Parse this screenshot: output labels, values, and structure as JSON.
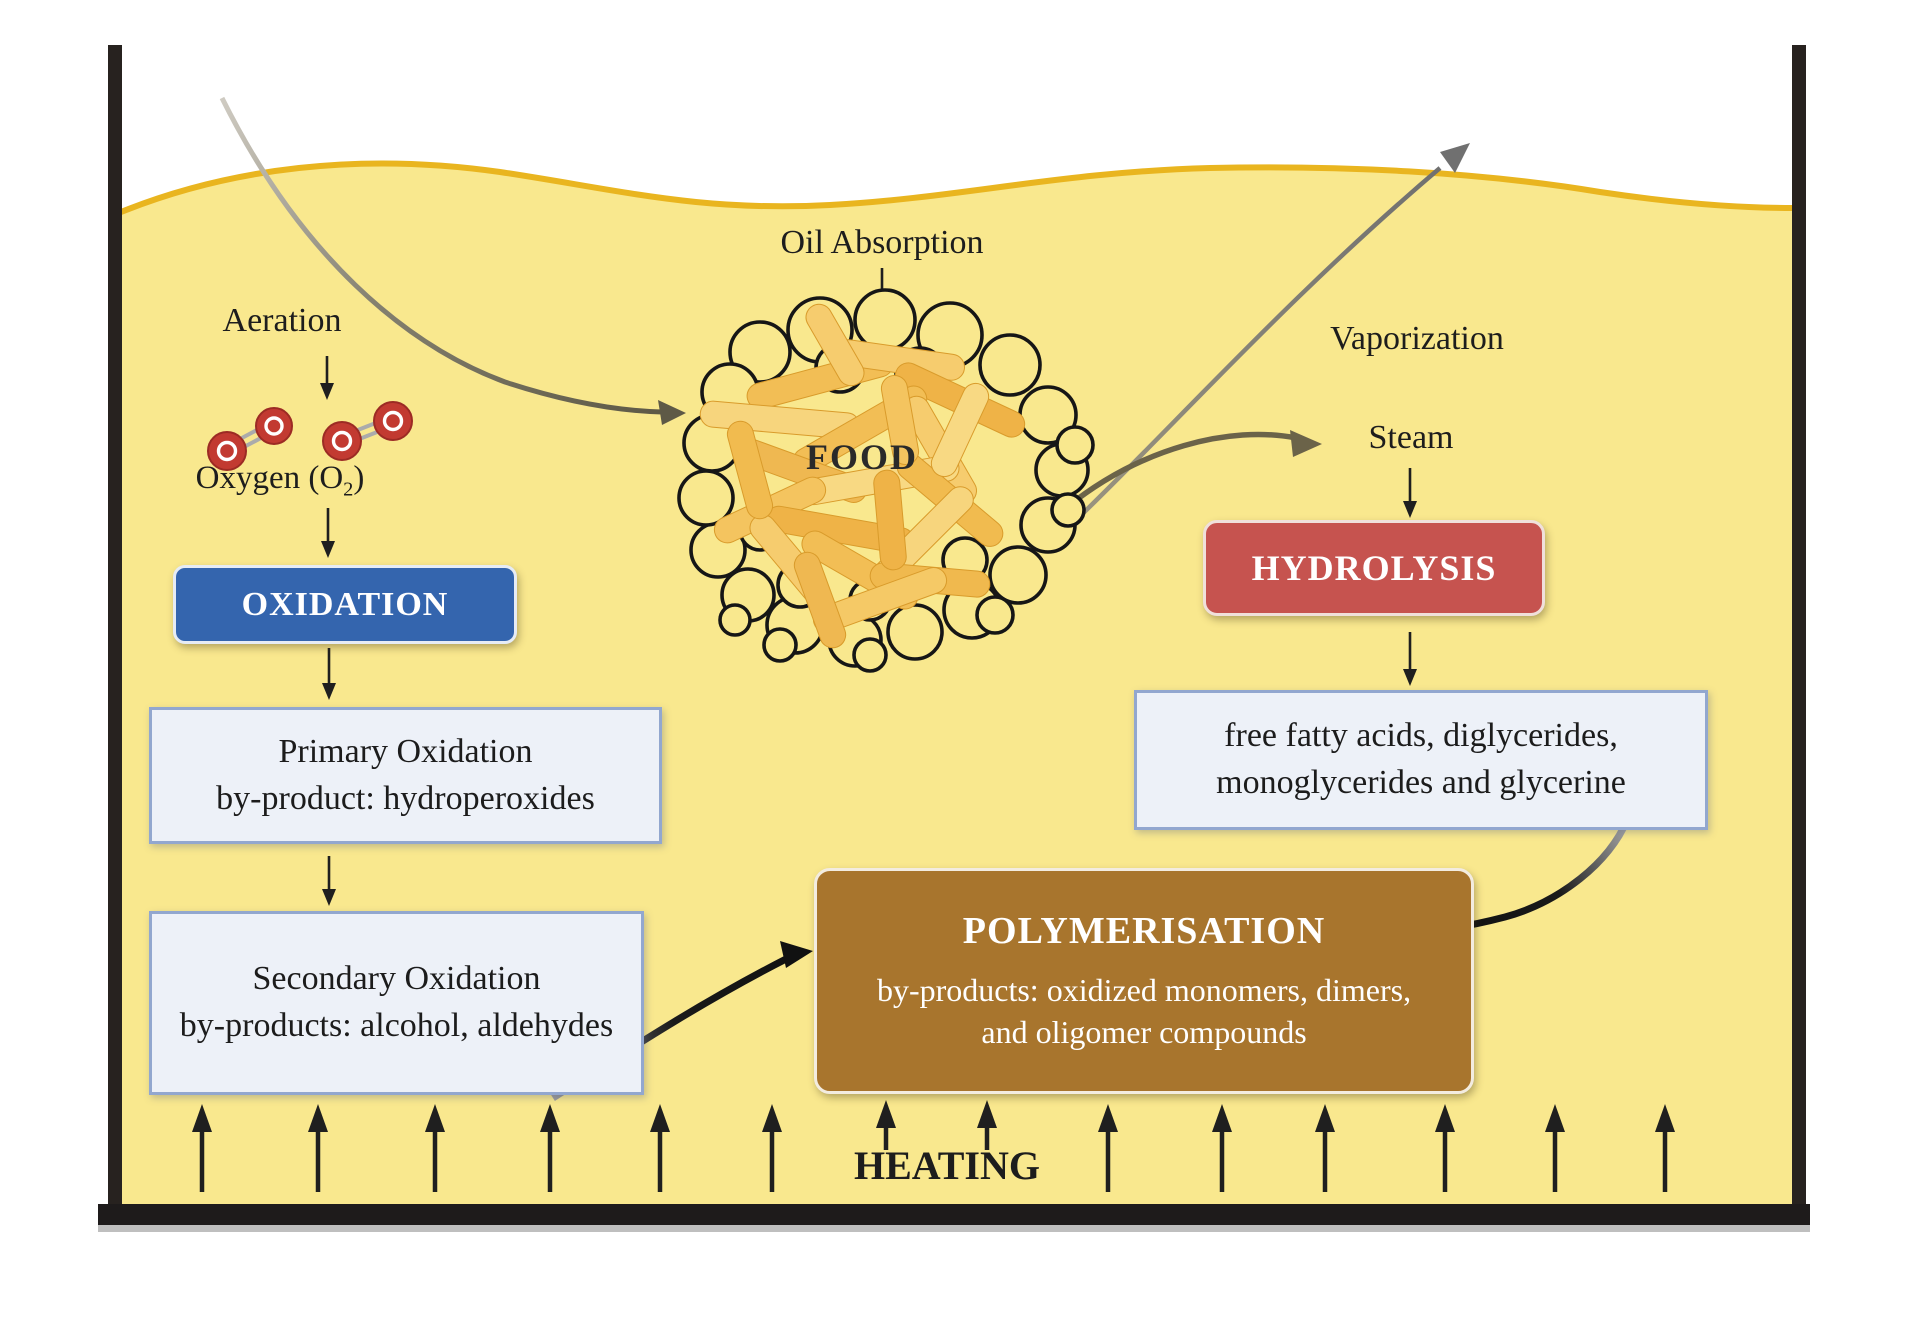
{
  "diagram": {
    "labels": {
      "aeration": "Aeration",
      "oxygen_prefix": "Oxygen (O",
      "oxygen_sub": "2",
      "oxygen_suffix": ")",
      "oil_absorption": "Oil Absorption",
      "food": "FOOD",
      "vaporization": "Vaporization",
      "steam": "Steam",
      "heating": "HEATING"
    },
    "boxes": {
      "oxidation": {
        "title": "OXIDATION"
      },
      "hydrolysis": {
        "title": "HYDROLYSIS"
      },
      "primary_oxidation": {
        "line1": "Primary Oxidation",
        "line2": "by-product: hydroperoxides"
      },
      "secondary_oxidation": {
        "line1": "Secondary Oxidation",
        "line2": "by-products: alcohol, aldehydes"
      },
      "hydrolysis_products": {
        "line1": "free fatty acids, diglycerides,",
        "line2": "monoglycerides and glycerine"
      },
      "polymerisation": {
        "title": "POLYMERISATION",
        "line1": "by-products: oxidized monomers, dimers,",
        "line2": "and oligomer compounds"
      }
    },
    "colors": {
      "oil_fill": "#F9E88E",
      "oil_surface_line": "#E9B51F",
      "tank_wall": "#25211F",
      "oxidation_box": "#3465AE",
      "hydrolysis_box": "#C6534F",
      "polymerisation_box": "#A8752D",
      "info_box_bg": "#EDF1F8",
      "info_box_border": "#92A7CF",
      "oxygen_molecule": "#C23A31"
    }
  }
}
